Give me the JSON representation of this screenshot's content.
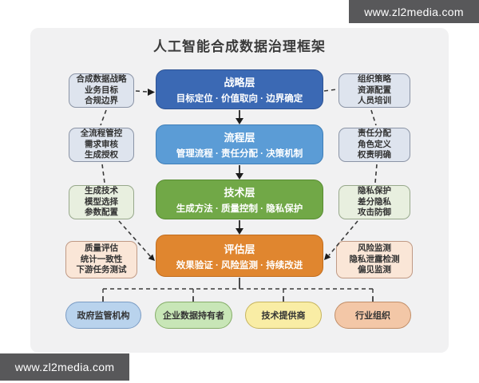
{
  "watermark": {
    "top": "www.zl2media.com",
    "bottom": "www.zl2media.com"
  },
  "title": "人工智能合成数据治理框架",
  "layers": [
    {
      "name": "战略层",
      "detail": "目标定位 · 价值取向 · 边界确定",
      "bg": "#3b69b4"
    },
    {
      "name": "流程层",
      "detail": "管理流程 · 责任分配 · 决策机制",
      "bg": "#5b9cd6"
    },
    {
      "name": "技术层",
      "detail": "生成方法 · 质量控制 · 隐私保护",
      "bg": "#71a847"
    },
    {
      "name": "评估层",
      "detail": "效果验证 · 风险监测 · 持续改进",
      "bg": "#e0862f"
    }
  ],
  "left_notes": [
    {
      "lines": [
        "合成数据战略",
        "业务目标",
        "合规边界"
      ]
    },
    {
      "lines": [
        "全流程管控",
        "需求审核",
        "生成授权"
      ]
    },
    {
      "lines": [
        "生成技术",
        "模型选择",
        "参数配置"
      ]
    },
    {
      "lines": [
        "质量评估",
        "统计一致性",
        "下游任务测试"
      ]
    }
  ],
  "right_notes": [
    {
      "lines": [
        "组织策略",
        "资源配置",
        "人员培训"
      ]
    },
    {
      "lines": [
        "责任分配",
        "角色定义",
        "权责明确"
      ]
    },
    {
      "lines": [
        "隐私保护",
        "差分隐私",
        "攻击防御"
      ]
    },
    {
      "lines": [
        "风险监测",
        "隐私泄露检测",
        "偏见监测"
      ]
    }
  ],
  "stakeholders": [
    {
      "label": "政府监管机构",
      "bg": "#b9d3ed",
      "border": "#7b9cc4"
    },
    {
      "label": "企业数据持有者",
      "bg": "#c8e6b7",
      "border": "#85ad68"
    },
    {
      "label": "技术提供商",
      "bg": "#f9eda5",
      "border": "#c6b45e"
    },
    {
      "label": "行业组织",
      "bg": "#f3c7a7",
      "border": "#c18e68"
    }
  ]
}
